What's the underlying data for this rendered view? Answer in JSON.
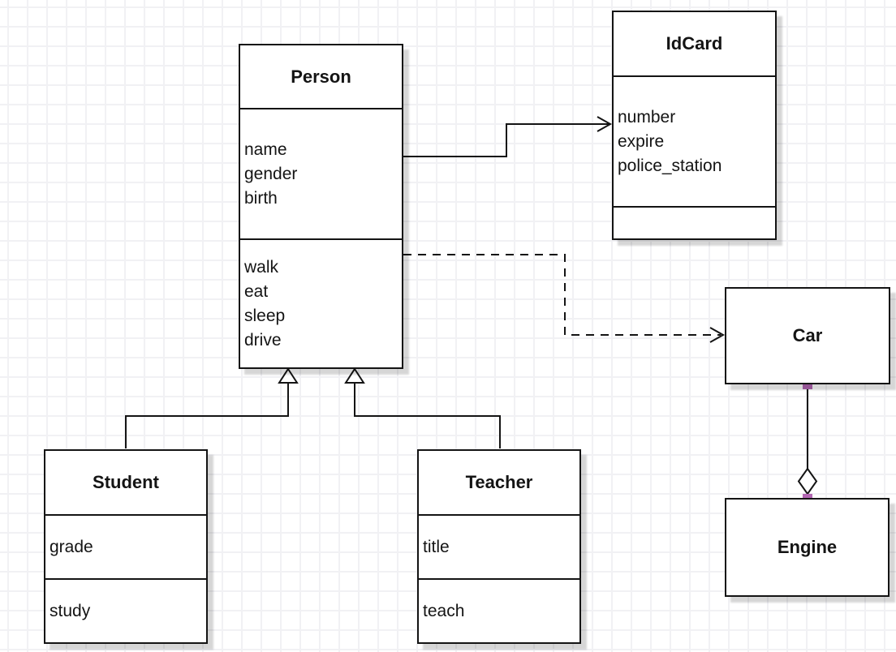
{
  "diagram": {
    "classes": {
      "person": {
        "name": "Person",
        "attributes": [
          "name",
          "gender",
          "birth"
        ],
        "methods": [
          "walk",
          "eat",
          "sleep",
          "drive"
        ]
      },
      "idcard": {
        "name": "IdCard",
        "attributes": [
          "number",
          "expire",
          "police_station"
        ],
        "methods": []
      },
      "car": {
        "name": "Car",
        "attributes": [],
        "methods": []
      },
      "engine": {
        "name": "Engine",
        "attributes": [],
        "methods": []
      },
      "student": {
        "name": "Student",
        "attributes": [
          "grade"
        ],
        "methods": [
          "study"
        ]
      },
      "teacher": {
        "name": "Teacher",
        "attributes": [
          "title"
        ],
        "methods": [
          "teach"
        ]
      }
    },
    "relationships": [
      {
        "from": "Person",
        "to": "IdCard",
        "type": "association",
        "line": "solid",
        "arrow": "open"
      },
      {
        "from": "Person",
        "to": "Car",
        "type": "dependency",
        "line": "dashed",
        "arrow": "open"
      },
      {
        "from": "Student",
        "to": "Person",
        "type": "generalization",
        "line": "solid",
        "arrow": "hollow-triangle"
      },
      {
        "from": "Teacher",
        "to": "Person",
        "type": "generalization",
        "line": "solid",
        "arrow": "hollow-triangle"
      },
      {
        "from": "Car",
        "to": "Engine",
        "type": "aggregation",
        "line": "solid",
        "arrow": "hollow-diamond",
        "selected": true
      }
    ],
    "colors": {
      "line": "#141414",
      "selection_handle": "#b266b2",
      "grid_line": "#f1f1f4",
      "background": "#ffffff"
    }
  }
}
